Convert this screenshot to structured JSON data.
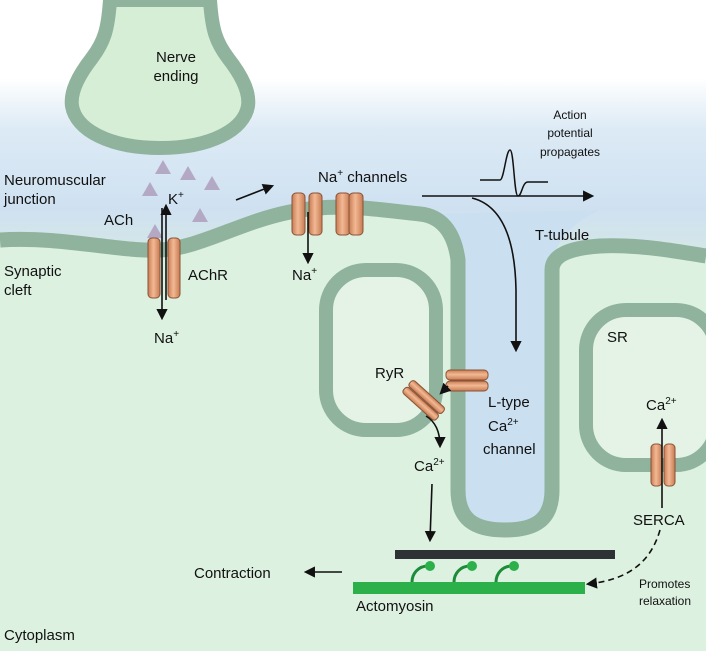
{
  "labels": {
    "nerve_ending_1": "Nerve",
    "nerve_ending_2": "ending",
    "nmj_1": "Neuromuscular",
    "nmj_2": "junction",
    "ach": "ACh",
    "k": "K",
    "k_sup": "+",
    "achr": "AChR",
    "synaptic_1": "Synaptic",
    "synaptic_2": "cleft",
    "na_a": "Na",
    "na_a_sup": "+",
    "na_channels": "Na",
    "na_channels_sup": "+",
    "na_channels_rest": " channels",
    "na_b": "Na",
    "na_b_sup": "+",
    "action_1": "Action",
    "action_2": "potential",
    "action_3": "propagates",
    "t_tubule": "T-tubule",
    "sr": "SR",
    "ryr": "RyR",
    "ltype_1": "L-type",
    "ltype_2": "Ca",
    "ltype_2_sup": "2+",
    "ltype_3": "channel",
    "ca_ryr": "Ca",
    "ca_ryr_sup": "2+",
    "ca_sr": "Ca",
    "ca_sr_sup": "2+",
    "serca": "SERCA",
    "contraction": "Contraction",
    "actomyosin": "Actomyosin",
    "promotes_1": "Promotes",
    "promotes_2": "relaxation",
    "cytoplasm": "Cytoplasm"
  },
  "colors": {
    "membrane": "#8fb39d",
    "cytoplasm": "#dcf1df",
    "sr_lumen": "#e5f3e6",
    "nerve_fill": "#d7eed6",
    "cleft": "#cfe1f2",
    "channel": "#dc9c74",
    "channel_edge": "#8a5236",
    "vesicle": "#b4a9c4",
    "myosin": "#2bb04a",
    "actin": "#2f3234"
  }
}
